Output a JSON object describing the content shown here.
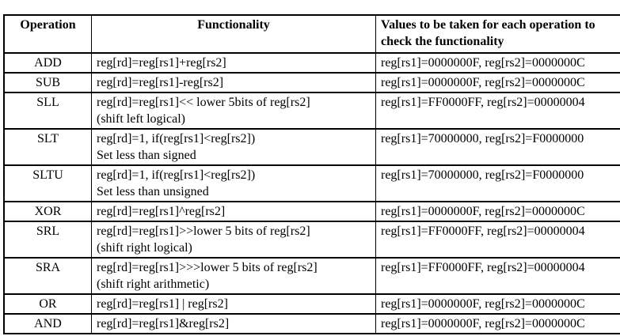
{
  "table": {
    "headers": [
      "Operation",
      "Functionality",
      "Values to be taken for each operation to\ncheck the functionality"
    ],
    "rows": [
      {
        "operation": "ADD",
        "functionality": "reg[rd]=reg[rs1]+reg[rs2]",
        "values": "reg[rs1]=0000000F, reg[rs2]=0000000C"
      },
      {
        "operation": "SUB",
        "functionality": "reg[rd]=reg[rs1]-reg[rs2]",
        "values": "reg[rs1]=0000000F, reg[rs2]=0000000C"
      },
      {
        "operation": "SLL",
        "functionality": "reg[rd]=reg[rs1]<< lower 5bits of reg[rs2]\n(shift left logical)",
        "values": "reg[rs1]=FF0000FF, reg[rs2]=00000004"
      },
      {
        "operation": "SLT",
        "functionality": "reg[rd]=1, if(reg[rs1]<reg[rs2])\nSet less than signed",
        "values": "reg[rs1]=70000000, reg[rs2]=F0000000"
      },
      {
        "operation": "SLTU",
        "functionality": "reg[rd]=1, if(reg[rs1]<reg[rs2])\nSet less than unsigned",
        "values": "reg[rs1]=70000000, reg[rs2]=F0000000"
      },
      {
        "operation": "XOR",
        "functionality": "reg[rd]=reg[rs1]^reg[rs2]",
        "values": "reg[rs1]=0000000F, reg[rs2]=0000000C"
      },
      {
        "operation": "SRL",
        "functionality": "reg[rd]=reg[rs1]>>lower 5 bits of reg[rs2]\n(shift right logical)",
        "values": "reg[rs1]=FF0000FF, reg[rs2]=00000004"
      },
      {
        "operation": "SRA",
        "functionality": "reg[rd]=reg[rs1]>>>lower 5 bits of reg[rs2]\n(shift right arithmetic)",
        "values": "reg[rs1]=FF0000FF, reg[rs2]=00000004"
      },
      {
        "operation": "OR",
        "functionality": "reg[rd]=reg[rs1] | reg[rs2]",
        "values": "reg[rs1]=0000000F, reg[rs2]=0000000C"
      },
      {
        "operation": "AND",
        "functionality": "reg[rd]=reg[rs1]&reg[rs2]",
        "values": "reg[rs1]=0000000F, reg[rs2]=0000000C"
      }
    ]
  }
}
